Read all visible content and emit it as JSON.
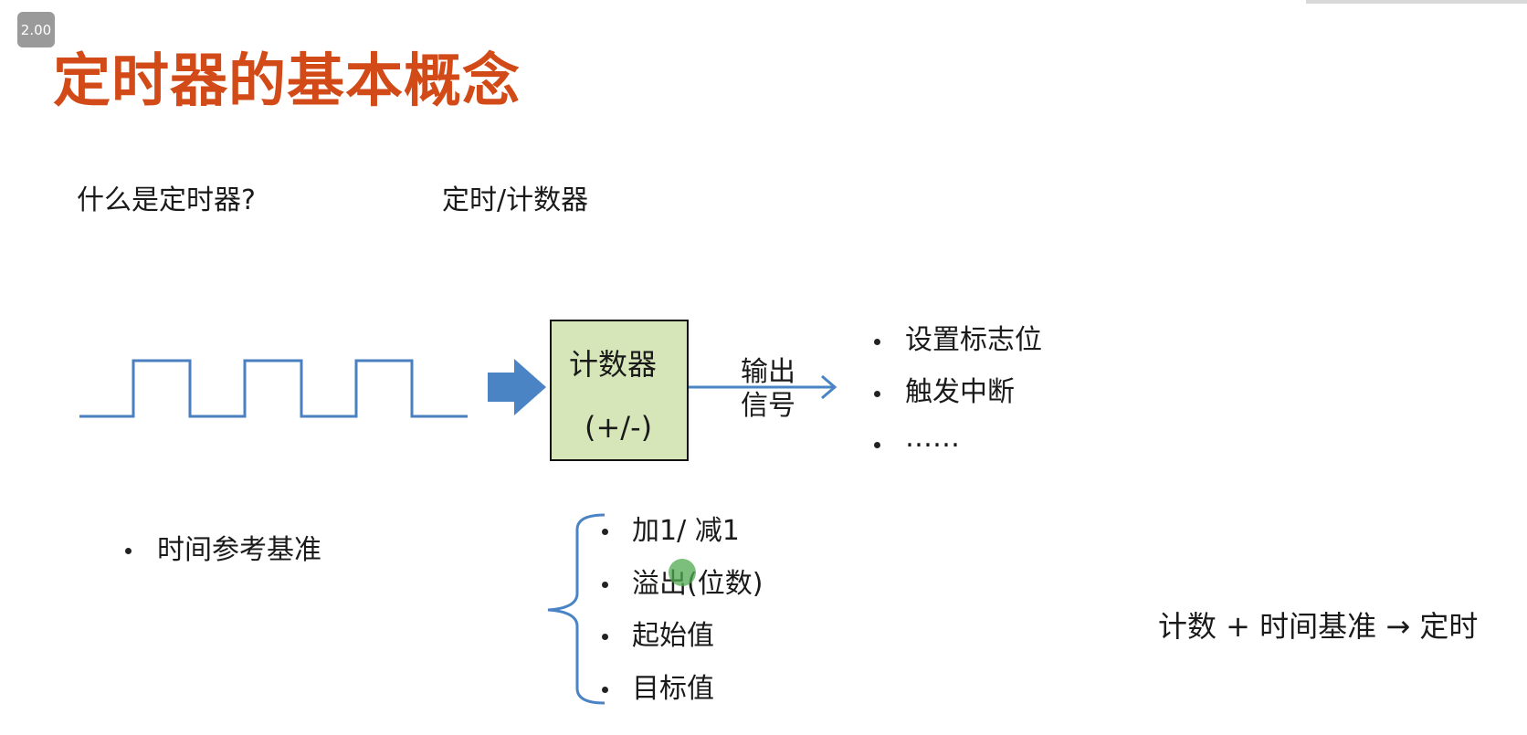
{
  "overlay": {
    "speed_badge": "2.00"
  },
  "slide": {
    "title": "定时器的基本概念",
    "question": "什么是定时器?",
    "subtitle": "定时/计数器",
    "counter_box": {
      "label": "计数器",
      "mode": "(+/-)"
    },
    "output_label_line1": "输出",
    "output_label_line2": "信号",
    "outputs": [
      "设置标志位",
      "触发中断",
      "……"
    ],
    "time_reference": "时间参考基准",
    "counter_properties": [
      "加1/ 减1",
      "溢出(位数)",
      "起始值",
      "目标值"
    ],
    "formula": "计数 + 时间基准 → 定时"
  },
  "colors": {
    "title": "#d24a17",
    "wave": "#4a7fc0",
    "arrow": "#4a84c4",
    "box_fill": "#d6e6b8"
  }
}
